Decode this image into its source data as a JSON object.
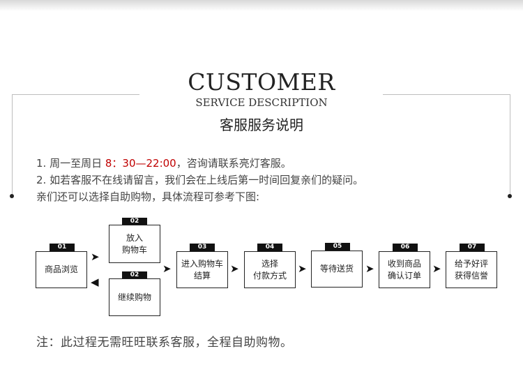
{
  "header": {
    "title_en": "CUSTOMER",
    "subtitle_en": "SERVICE DESCRIPTION",
    "title_cn": "客服服务说明"
  },
  "info": {
    "line1_prefix": "1. 周一至周日 ",
    "line1_hours": "8：30—22:00",
    "line1_suffix": "，咨询请联系亮灯客服。",
    "line2": "2. 如若客服不在线请留言，我们会在上线后第一时间回复亲们的疑问。",
    "line3": "亲们还可以选择自助购物，具体流程可参考下图:"
  },
  "flow": {
    "step01": {
      "tag": "01",
      "label": "商品浏览"
    },
    "step02a": {
      "tag": "02",
      "line1": "放入",
      "line2": "购物车"
    },
    "step02b": {
      "tag": "02",
      "label": "继续购物"
    },
    "step03": {
      "tag": "03",
      "line1": "进入购物车",
      "line2": "结算"
    },
    "step04": {
      "tag": "04",
      "line1": "选择",
      "line2": "付款方式"
    },
    "step05": {
      "tag": "05",
      "label": "等待送货"
    },
    "step06": {
      "tag": "06",
      "line1": "收到商品",
      "line2": "确认订单"
    },
    "step07": {
      "tag": "07",
      "line1": "给予好评",
      "line2": "获得信誉"
    },
    "arrow_right": "➤",
    "arrow_left": "◀"
  },
  "footer": {
    "note": "注：此过程无需旺旺联系客服，全程自助购物。"
  },
  "colors": {
    "accent_red": "#c00000",
    "tag_bg": "#111111",
    "frame": "#bdbdbd"
  }
}
